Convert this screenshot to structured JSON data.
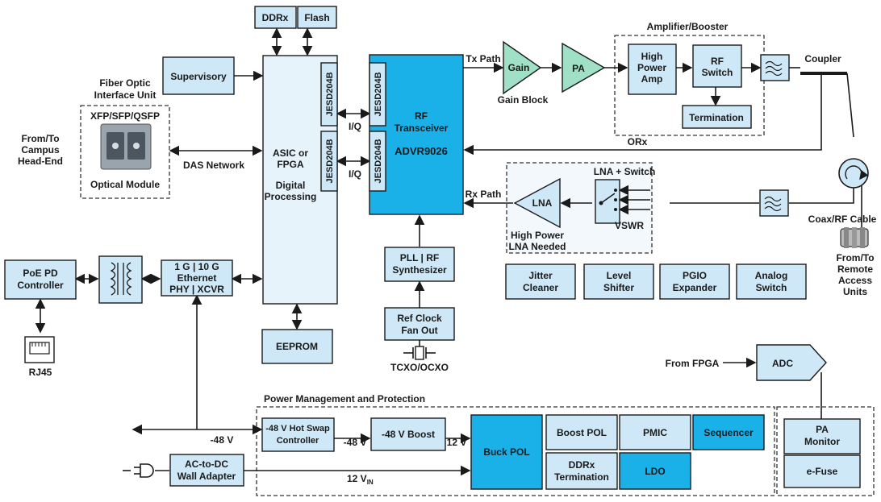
{
  "blocks": {
    "ddrx": "DDRx",
    "flash": "Flash",
    "supervisory": "Supervisory",
    "asic_l1": "ASIC or",
    "asic_l2": "FPGA",
    "asic_l3": "Digital",
    "asic_l4": "Processing",
    "jesd": "JESD204B",
    "rf_l1": "RF",
    "rf_l2": "Transceiver",
    "rf_part": "ADVR9026",
    "gain": "Gain",
    "pa": "PA",
    "hpa_l1": "High",
    "hpa_l2": "Power",
    "hpa_l3": "Amp",
    "rfsw_l1": "RF",
    "rfsw_l2": "Switch",
    "termination": "Termination",
    "lna": "LNA",
    "pll_l1": "PLL | RF",
    "pll_l2": "Synthesizer",
    "ref_l1": "Ref Clock",
    "ref_l2": "Fan Out",
    "eeprom": "EEPROM",
    "eth_l1": "1 G | 10 G",
    "eth_l2": "Ethernet",
    "eth_l3": "PHY | XCVR",
    "poe_l1": "PoE PD",
    "poe_l2": "Controller",
    "jit_l1": "Jitter",
    "jit_l2": "Cleaner",
    "lvl_l1": "Level",
    "lvl_l2": "Shifter",
    "pgio_l1": "PGIO",
    "pgio_l2": "Expander",
    "asw_l1": "Analog",
    "asw_l2": "Switch",
    "adc": "ADC",
    "hs_l1": "-48 V Hot Swap",
    "hs_l2": "Controller",
    "boost48": "-48 V Boost",
    "buckpol": "Buck POL",
    "boostpol": "Boost POL",
    "pmic": "PMIC",
    "sequencer": "Sequencer",
    "ddrt_l1": "DDRx",
    "ddrt_l2": "Termination",
    "ldo": "LDO",
    "pam_l1": "PA",
    "pam_l2": "Monitor",
    "efuse": "e-Fuse",
    "acdc_l1": "AC-to-DC",
    "acdc_l2": "Wall Adapter",
    "sfp_type": "XFP/SFP/QSFP",
    "optical_module": "Optical Module"
  },
  "labels": {
    "fiber_l1": "Fiber Optic",
    "fiber_l2": "Interface Unit",
    "campus_l1": "From/To",
    "campus_l2": "Campus",
    "campus_l3": "Head-End",
    "das": "DAS Network",
    "iq": "I/Q",
    "tx_path": "Tx Path",
    "rx_path": "Rx Path",
    "orx": "ORx",
    "gain_block": "Gain Block",
    "amp_booster": "Amplifier/Booster",
    "coupler": "Coupler",
    "lna_switch": "LNA + Switch",
    "vswr": "VSWR",
    "hp_lna_l1": "High Power",
    "hp_lna_l2": "LNA Needed",
    "coax": "Coax/RF Cable",
    "remote_l1": "From/To",
    "remote_l2": "Remote",
    "remote_l3": "Access",
    "remote_l4": "Units",
    "tcxo": "TCXO/OCXO",
    "rj45": "RJ45",
    "from_fpga": "From FPGA",
    "power_mgmt": "Power Management and Protection",
    "v48": "-48 V",
    "v48b": "-48 V",
    "v12": "12 V",
    "v12in": "12 V",
    "v12in_sub": "IN"
  }
}
